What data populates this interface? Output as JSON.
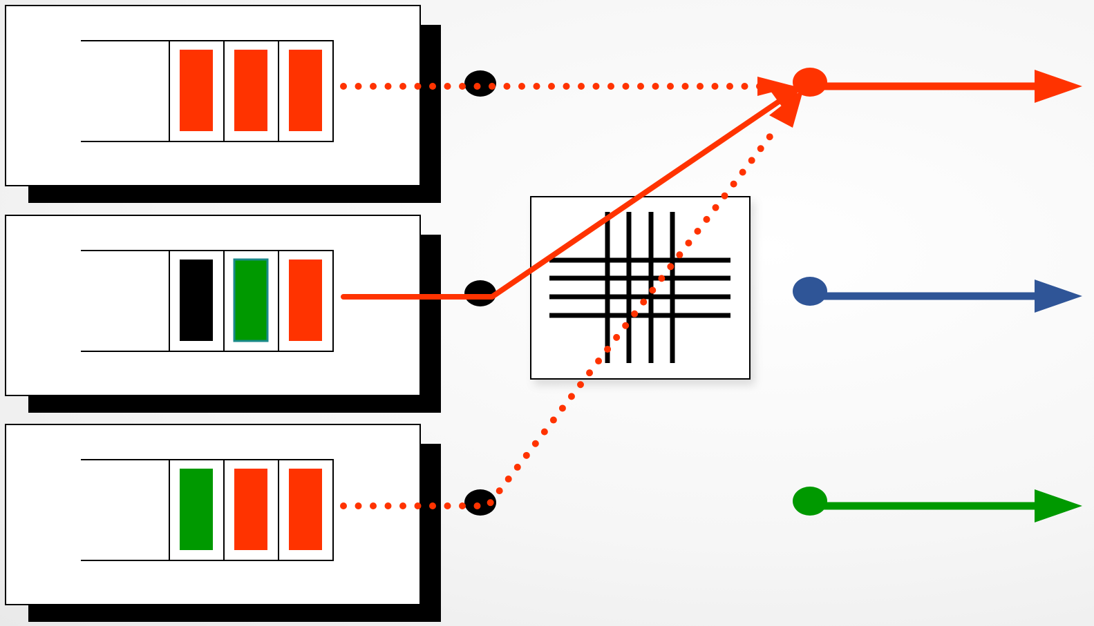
{
  "colors": {
    "red": "#ff3300",
    "green": "#009900",
    "blue": "#2f5597",
    "black": "#000000",
    "green_cell_border": "#1a8a8a"
  },
  "queues": [
    {
      "id": "input-queue-1",
      "cells": [
        "red",
        "red",
        "red"
      ]
    },
    {
      "id": "input-queue-2",
      "cells": [
        "black",
        "green",
        "red"
      ]
    },
    {
      "id": "input-queue-3",
      "cells": [
        "green",
        "red",
        "red"
      ]
    }
  ],
  "outputs": [
    {
      "id": "output-port-1",
      "color": "red"
    },
    {
      "id": "output-port-2",
      "color": "blue"
    },
    {
      "id": "output-port-3",
      "color": "green"
    }
  ],
  "paths": [
    {
      "id": "path-queue-1-to-output-1",
      "style": "dotted",
      "color": "red"
    },
    {
      "id": "path-queue-2-to-output-1",
      "style": "solid",
      "color": "red"
    },
    {
      "id": "path-queue-3-to-output-1",
      "style": "dotted",
      "color": "red"
    }
  ],
  "switch_fabric": {
    "icon": "crossbar-grid-icon"
  }
}
